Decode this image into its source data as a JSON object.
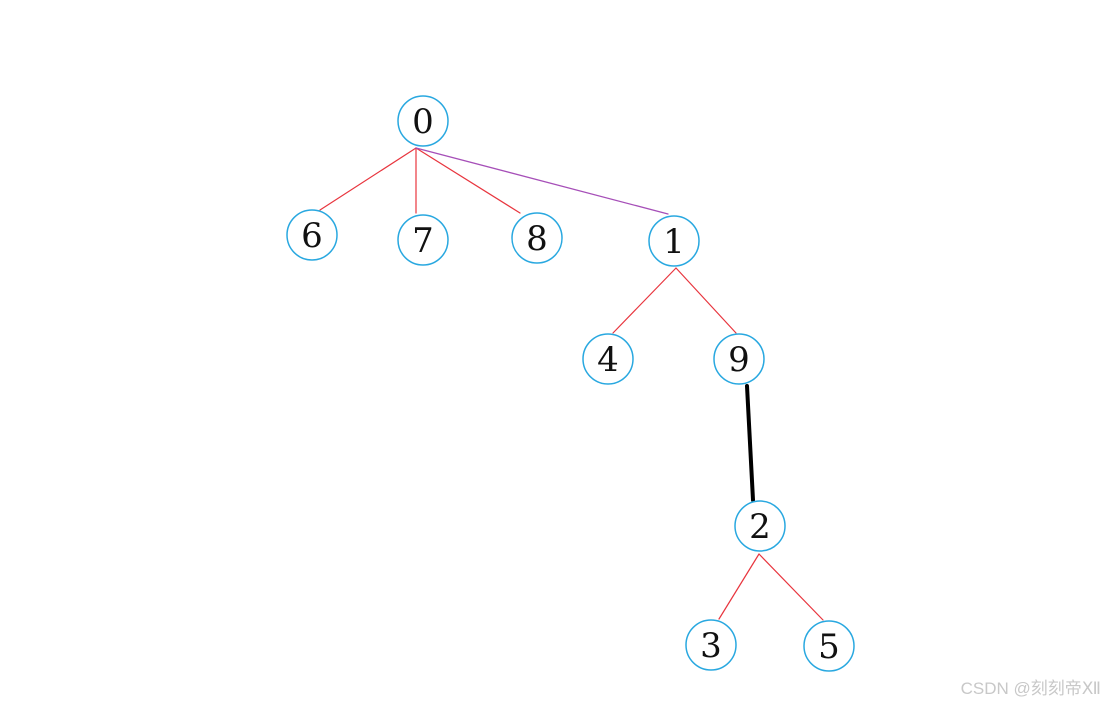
{
  "nodes": [
    {
      "id": "0",
      "label": "0"
    },
    {
      "id": "6",
      "label": "6"
    },
    {
      "id": "7",
      "label": "7"
    },
    {
      "id": "8",
      "label": "8"
    },
    {
      "id": "1",
      "label": "1"
    },
    {
      "id": "4",
      "label": "4"
    },
    {
      "id": "9",
      "label": "9"
    },
    {
      "id": "2",
      "label": "2"
    },
    {
      "id": "3",
      "label": "3"
    },
    {
      "id": "5",
      "label": "5"
    }
  ],
  "edges": [
    {
      "from": "0",
      "to": "6",
      "style": "normal"
    },
    {
      "from": "0",
      "to": "7",
      "style": "normal"
    },
    {
      "from": "0",
      "to": "8",
      "style": "normal"
    },
    {
      "from": "0",
      "to": "1",
      "style": "purple"
    },
    {
      "from": "1",
      "to": "4",
      "style": "normal"
    },
    {
      "from": "1",
      "to": "9",
      "style": "normal"
    },
    {
      "from": "9",
      "to": "2",
      "style": "bold"
    },
    {
      "from": "2",
      "to": "3",
      "style": "normal"
    },
    {
      "from": "2",
      "to": "5",
      "style": "normal"
    }
  ],
  "colors": {
    "node_stroke": "#29a8e0",
    "edge_normal": "#e8353e",
    "edge_purple": "#a64fb8",
    "edge_bold": "#000000",
    "watermark": "#c8c8c8"
  },
  "watermark": {
    "text": "CSDN @刻刻帝Ⅻ"
  }
}
